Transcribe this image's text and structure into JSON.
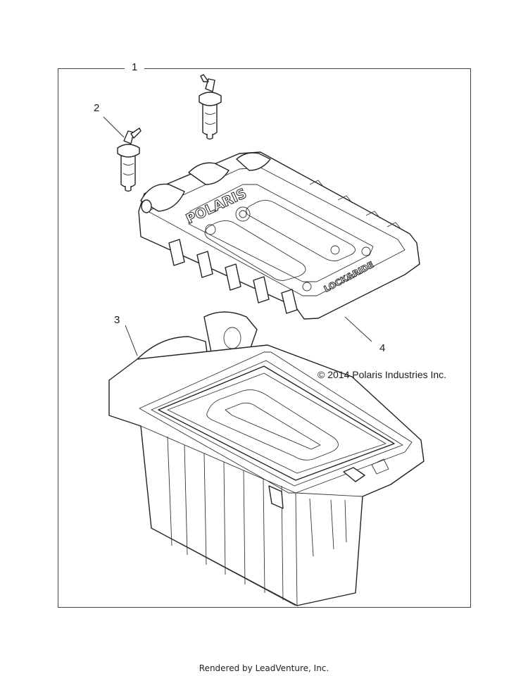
{
  "callouts": {
    "assembly": "1",
    "key_lock": "2",
    "box": "3",
    "lid": "4"
  },
  "copyright": "© 2014 Polaris Industries Inc.",
  "lid_logos": {
    "brand": "POLARIS",
    "system": "LOCK&RIDE"
  },
  "footer": "Rendered by LeadVenture, Inc."
}
